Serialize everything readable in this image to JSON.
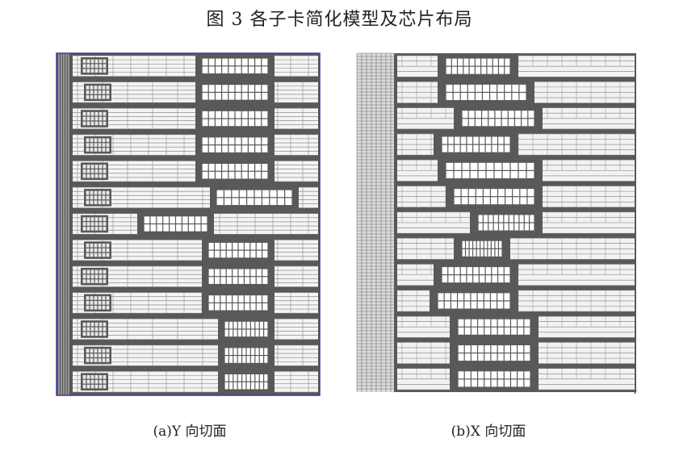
{
  "figure": {
    "title": "图 3   各子卡简化模型及芯片布局"
  },
  "panels": [
    {
      "caption": "(a)Y 向切面"
    },
    {
      "caption": "(b)X 向切面"
    }
  ],
  "colors": {
    "mesh_fill": "#595959",
    "mesh_line": "#ffffff",
    "frame_a": "#3a3aa8",
    "panel_bg": "#ffffff",
    "text": "#222222"
  }
}
